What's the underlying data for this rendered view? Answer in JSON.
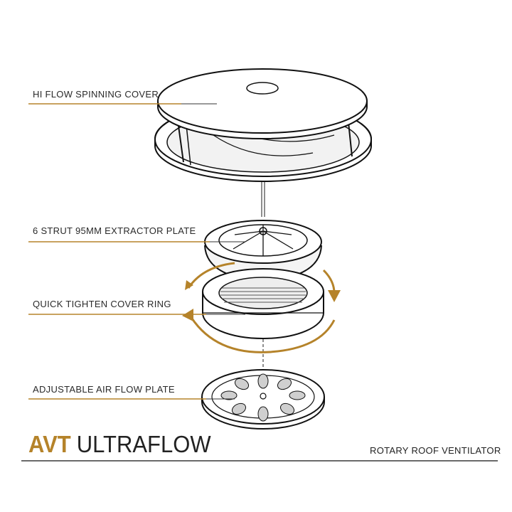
{
  "callouts": [
    {
      "label": "HI FLOW SPINNING COVER"
    },
    {
      "label": "6 STRUT 95MM EXTRACTOR PLATE"
    },
    {
      "label": "QUICK TIGHTEN COVER RING"
    },
    {
      "label": "ADJUSTABLE AIR FLOW PLATE"
    }
  ],
  "brand": {
    "strong": "AVT",
    "light": "ULTRAFLOW"
  },
  "subtitle": "ROTARY ROOF VENTILATOR",
  "colors": {
    "accent": "#b5832a",
    "line": "#222222"
  }
}
